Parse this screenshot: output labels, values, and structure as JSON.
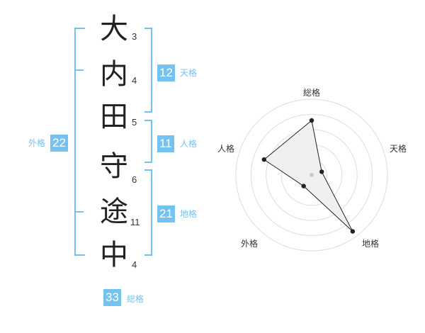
{
  "name": {
    "characters": [
      {
        "char": "大",
        "strokes": "3"
      },
      {
        "char": "内",
        "strokes": "4"
      },
      {
        "char": "田",
        "strokes": "5"
      },
      {
        "char": "守",
        "strokes": "6"
      },
      {
        "char": "途",
        "strokes": "11"
      },
      {
        "char": "中",
        "strokes": "4"
      }
    ]
  },
  "fortunes": {
    "tenkaku": {
      "value": "12",
      "label": "天格"
    },
    "jinkaku": {
      "value": "11",
      "label": "人格"
    },
    "chikaku": {
      "value": "21",
      "label": "地格"
    },
    "gaikaku": {
      "value": "22",
      "label": "外格"
    },
    "soukaku": {
      "value": "33",
      "label": "総格"
    }
  },
  "colors": {
    "accent": "#74c2ef",
    "radar_fill": "#ededed",
    "radar_line": "#222222"
  },
  "chart_data": {
    "type": "radar",
    "axes": [
      "総格",
      "天格",
      "地格",
      "外格",
      "人格"
    ],
    "values": [
      3.6,
      0.7,
      4.6,
      0.9,
      3.3
    ],
    "range": [
      0,
      5
    ],
    "rings": 5
  }
}
